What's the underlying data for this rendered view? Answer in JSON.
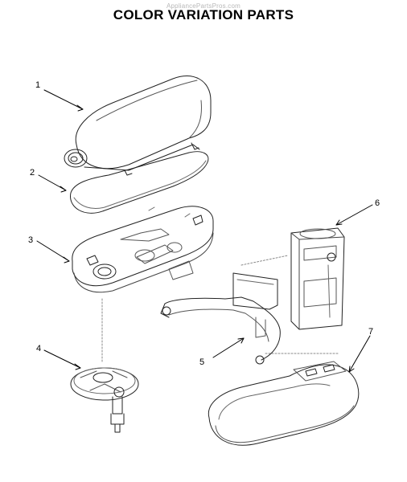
{
  "watermark": "AppliancePartsPros.com",
  "title": "COLOR VARIATION PARTS",
  "callouts": [
    "1",
    "2",
    "3",
    "4",
    "5",
    "6",
    "7"
  ]
}
